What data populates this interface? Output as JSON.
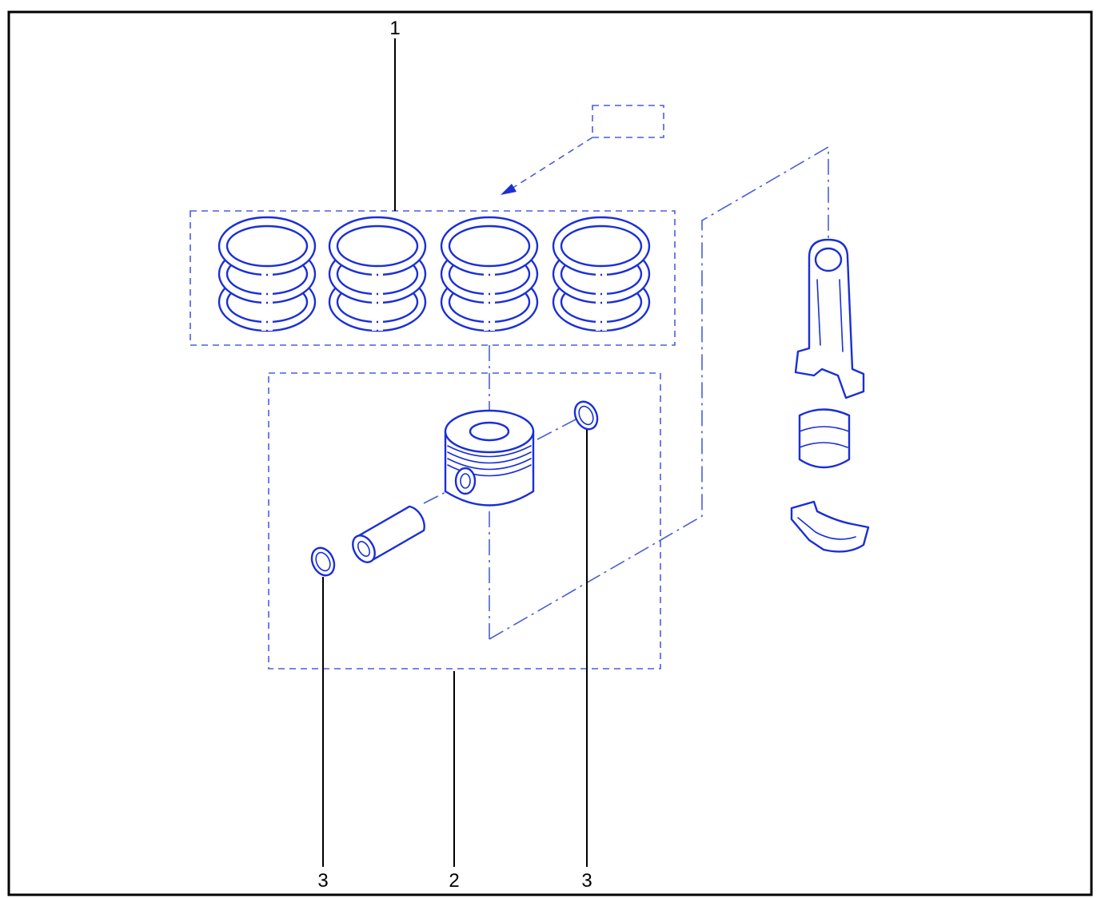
{
  "diagram": {
    "callouts": [
      {
        "id": "callout-1",
        "label": "1"
      },
      {
        "id": "callout-2",
        "label": "2"
      },
      {
        "id": "callout-3-left",
        "label": "3"
      },
      {
        "id": "callout-3-right",
        "label": "3"
      }
    ],
    "colors": {
      "line_art": "#1a2fd6",
      "dashed": "#4a5fd8",
      "frame": "#000000"
    }
  }
}
